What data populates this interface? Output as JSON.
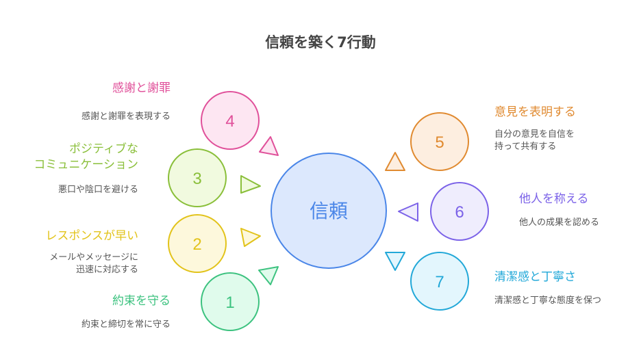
{
  "title": "信頼を築く7行動",
  "center": {
    "label": "信頼",
    "color": "#4a86e8"
  },
  "items": [
    {
      "number": "1",
      "title": "約束を守る",
      "description": "約束と締切を常に守る",
      "color": "#3cc27f",
      "fill": "#e0fbec"
    },
    {
      "number": "2",
      "title": "レスポンスが早い",
      "description_lines": [
        "メールやメッセージに",
        "迅速に対応する"
      ],
      "color": "#e2c31a",
      "fill": "#fdf8dc"
    },
    {
      "number": "3",
      "title_lines": [
        "ポジティブな",
        "コミュニケーション"
      ],
      "description": "悪口や陰口を避ける",
      "color": "#8abf3a",
      "fill": "#f1fadf"
    },
    {
      "number": "4",
      "title": "感謝と謝罪",
      "description": "感謝と謝罪を表現する",
      "color": "#e0509a",
      "fill": "#fde6f2"
    },
    {
      "number": "5",
      "title": "意見を表明する",
      "description_lines": [
        "自分の意見を自信を",
        "持って共有する"
      ],
      "color": "#e08a30",
      "fill": "#fdeee0"
    },
    {
      "number": "6",
      "title": "他人を称える",
      "description": "他人の成果を認める",
      "color": "#7b62e8",
      "fill": "#efedfd"
    },
    {
      "number": "7",
      "title": "清潔感と丁寧さ",
      "description": "清潔感と丁寧な態度を保つ",
      "color": "#22a8d8",
      "fill": "#e3f6fd"
    }
  ]
}
